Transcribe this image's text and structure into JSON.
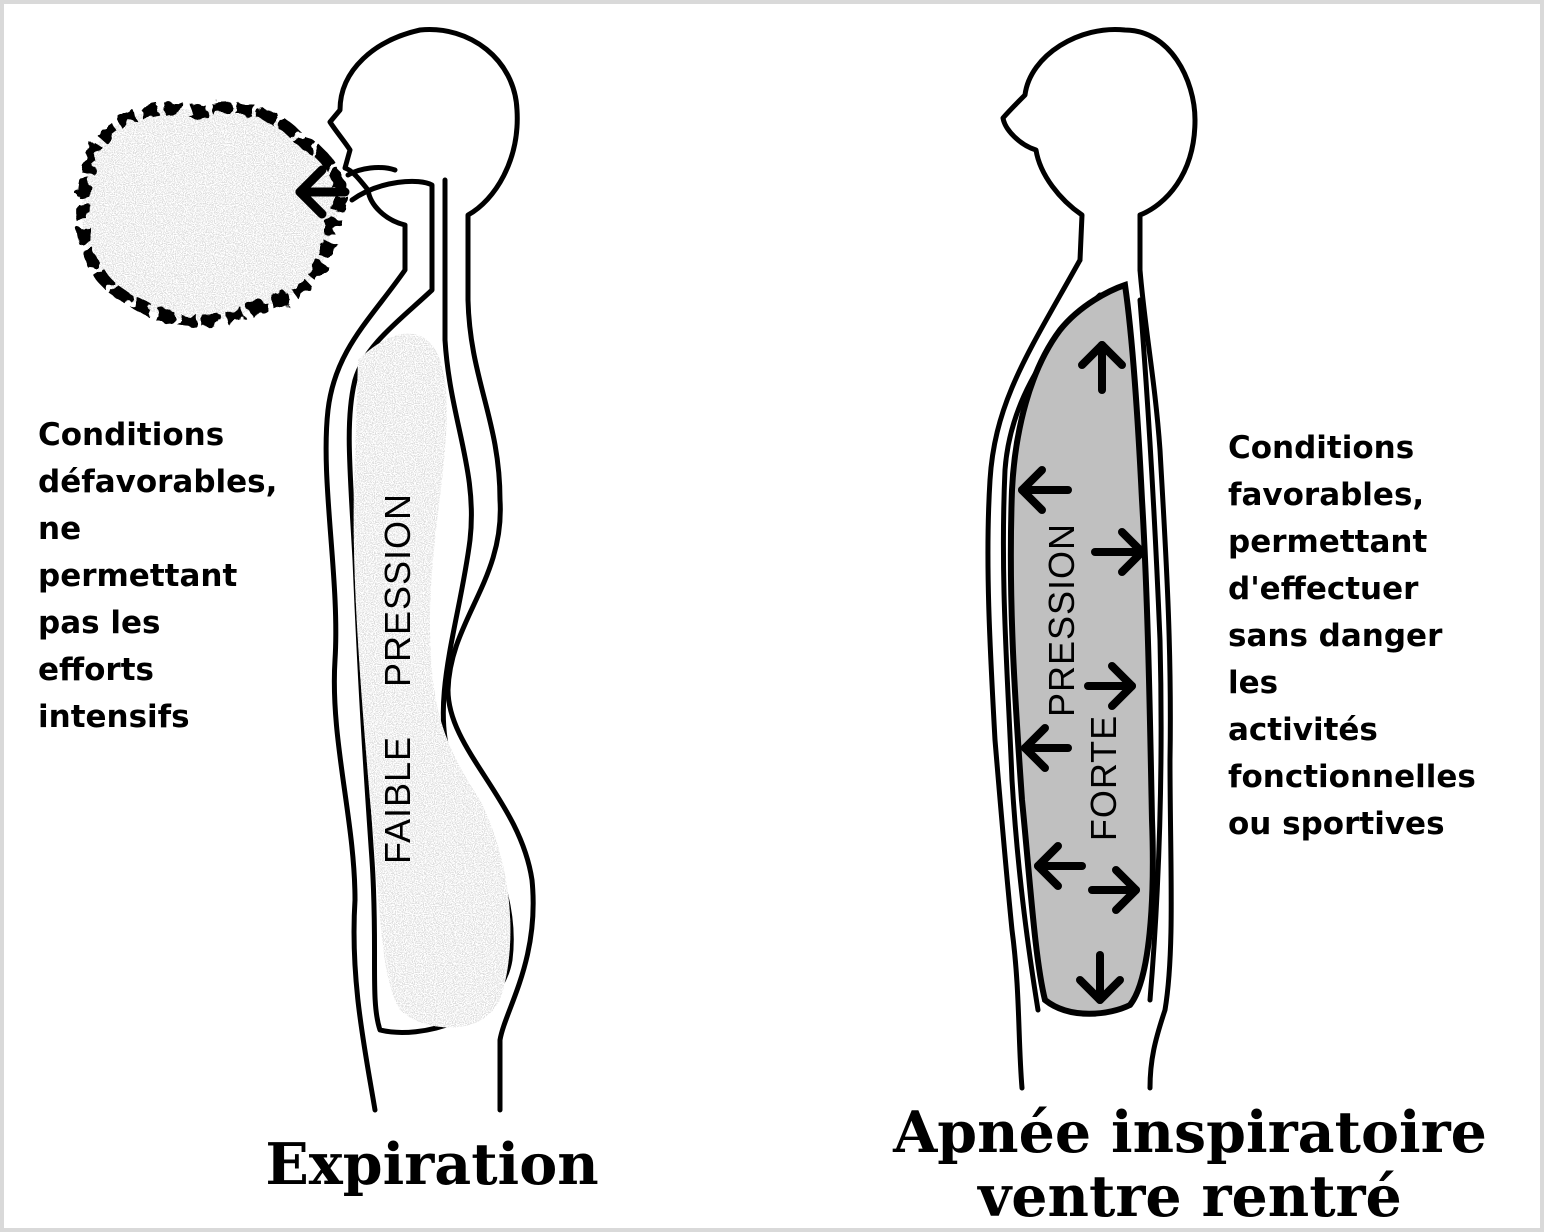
{
  "expiration": {
    "caption": "Expiration",
    "label_low": "FAIBLE",
    "label_pressure": "PRESSION",
    "annotation": "Conditions\ndéfavorables,\nne\npermettant\npas les\nefforts\nintensifs"
  },
  "apnea": {
    "caption_line1": "Apnée inspiratoire",
    "caption_line2": "ventre rentré",
    "label_strong": "FORTE",
    "label_pressure": "PRESSION",
    "annotation": "Conditions\nfavorables,\npermettant\nd'effectuer\nsans danger\nles\nactivités\nfonctionnelles\nou sportives"
  },
  "colors": {
    "outline": "#000000",
    "speckle": "#c8c8c8",
    "filled_torso": "#c0c0c0",
    "frame": "#d9d9d9"
  }
}
